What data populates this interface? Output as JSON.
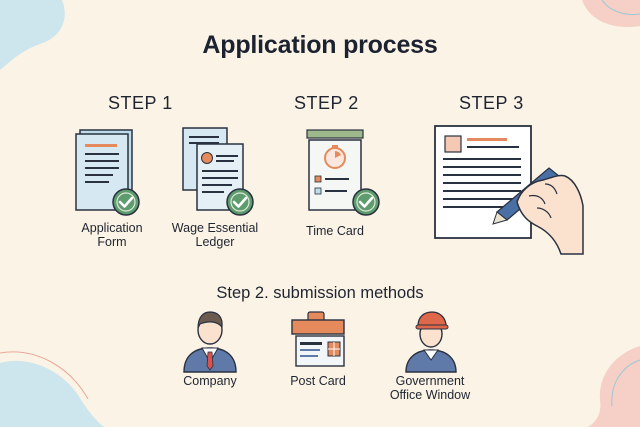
{
  "title": "Application process",
  "steps": [
    {
      "label": "STEP 1"
    },
    {
      "label": "STEP 2"
    },
    {
      "label": "STEP 3"
    }
  ],
  "documents": [
    {
      "label_line1": "Application",
      "label_line2": "Form",
      "icon": "application-form-icon"
    },
    {
      "label_line1": "Wage Essential",
      "label_line2": "Ledger",
      "icon": "wage-ledger-icon"
    },
    {
      "label_line1": "Time Card",
      "label_line2": "",
      "icon": "time-card-icon"
    }
  ],
  "step3_icon": "hand-writing-document-icon",
  "submission": {
    "heading": "Step 2. submission methods",
    "methods": [
      {
        "label_line1": "Company",
        "label_line2": "",
        "icon": "company-person-icon"
      },
      {
        "label_line1": "Post Card",
        "label_line2": "",
        "icon": "post-card-icon"
      },
      {
        "label_line1": "Government",
        "label_line2": "Office Window",
        "icon": "government-worker-icon"
      }
    ]
  },
  "colors": {
    "background": "#FBF4E6",
    "doc_blue": "#CFE4EE",
    "accent_orange": "#E58A5C",
    "check_green": "#5E9C6E",
    "olive": "#9DB88B",
    "blob_pink": "#F6CFC6",
    "blob_blue": "#C9E4EC",
    "outline": "#2A3140"
  }
}
